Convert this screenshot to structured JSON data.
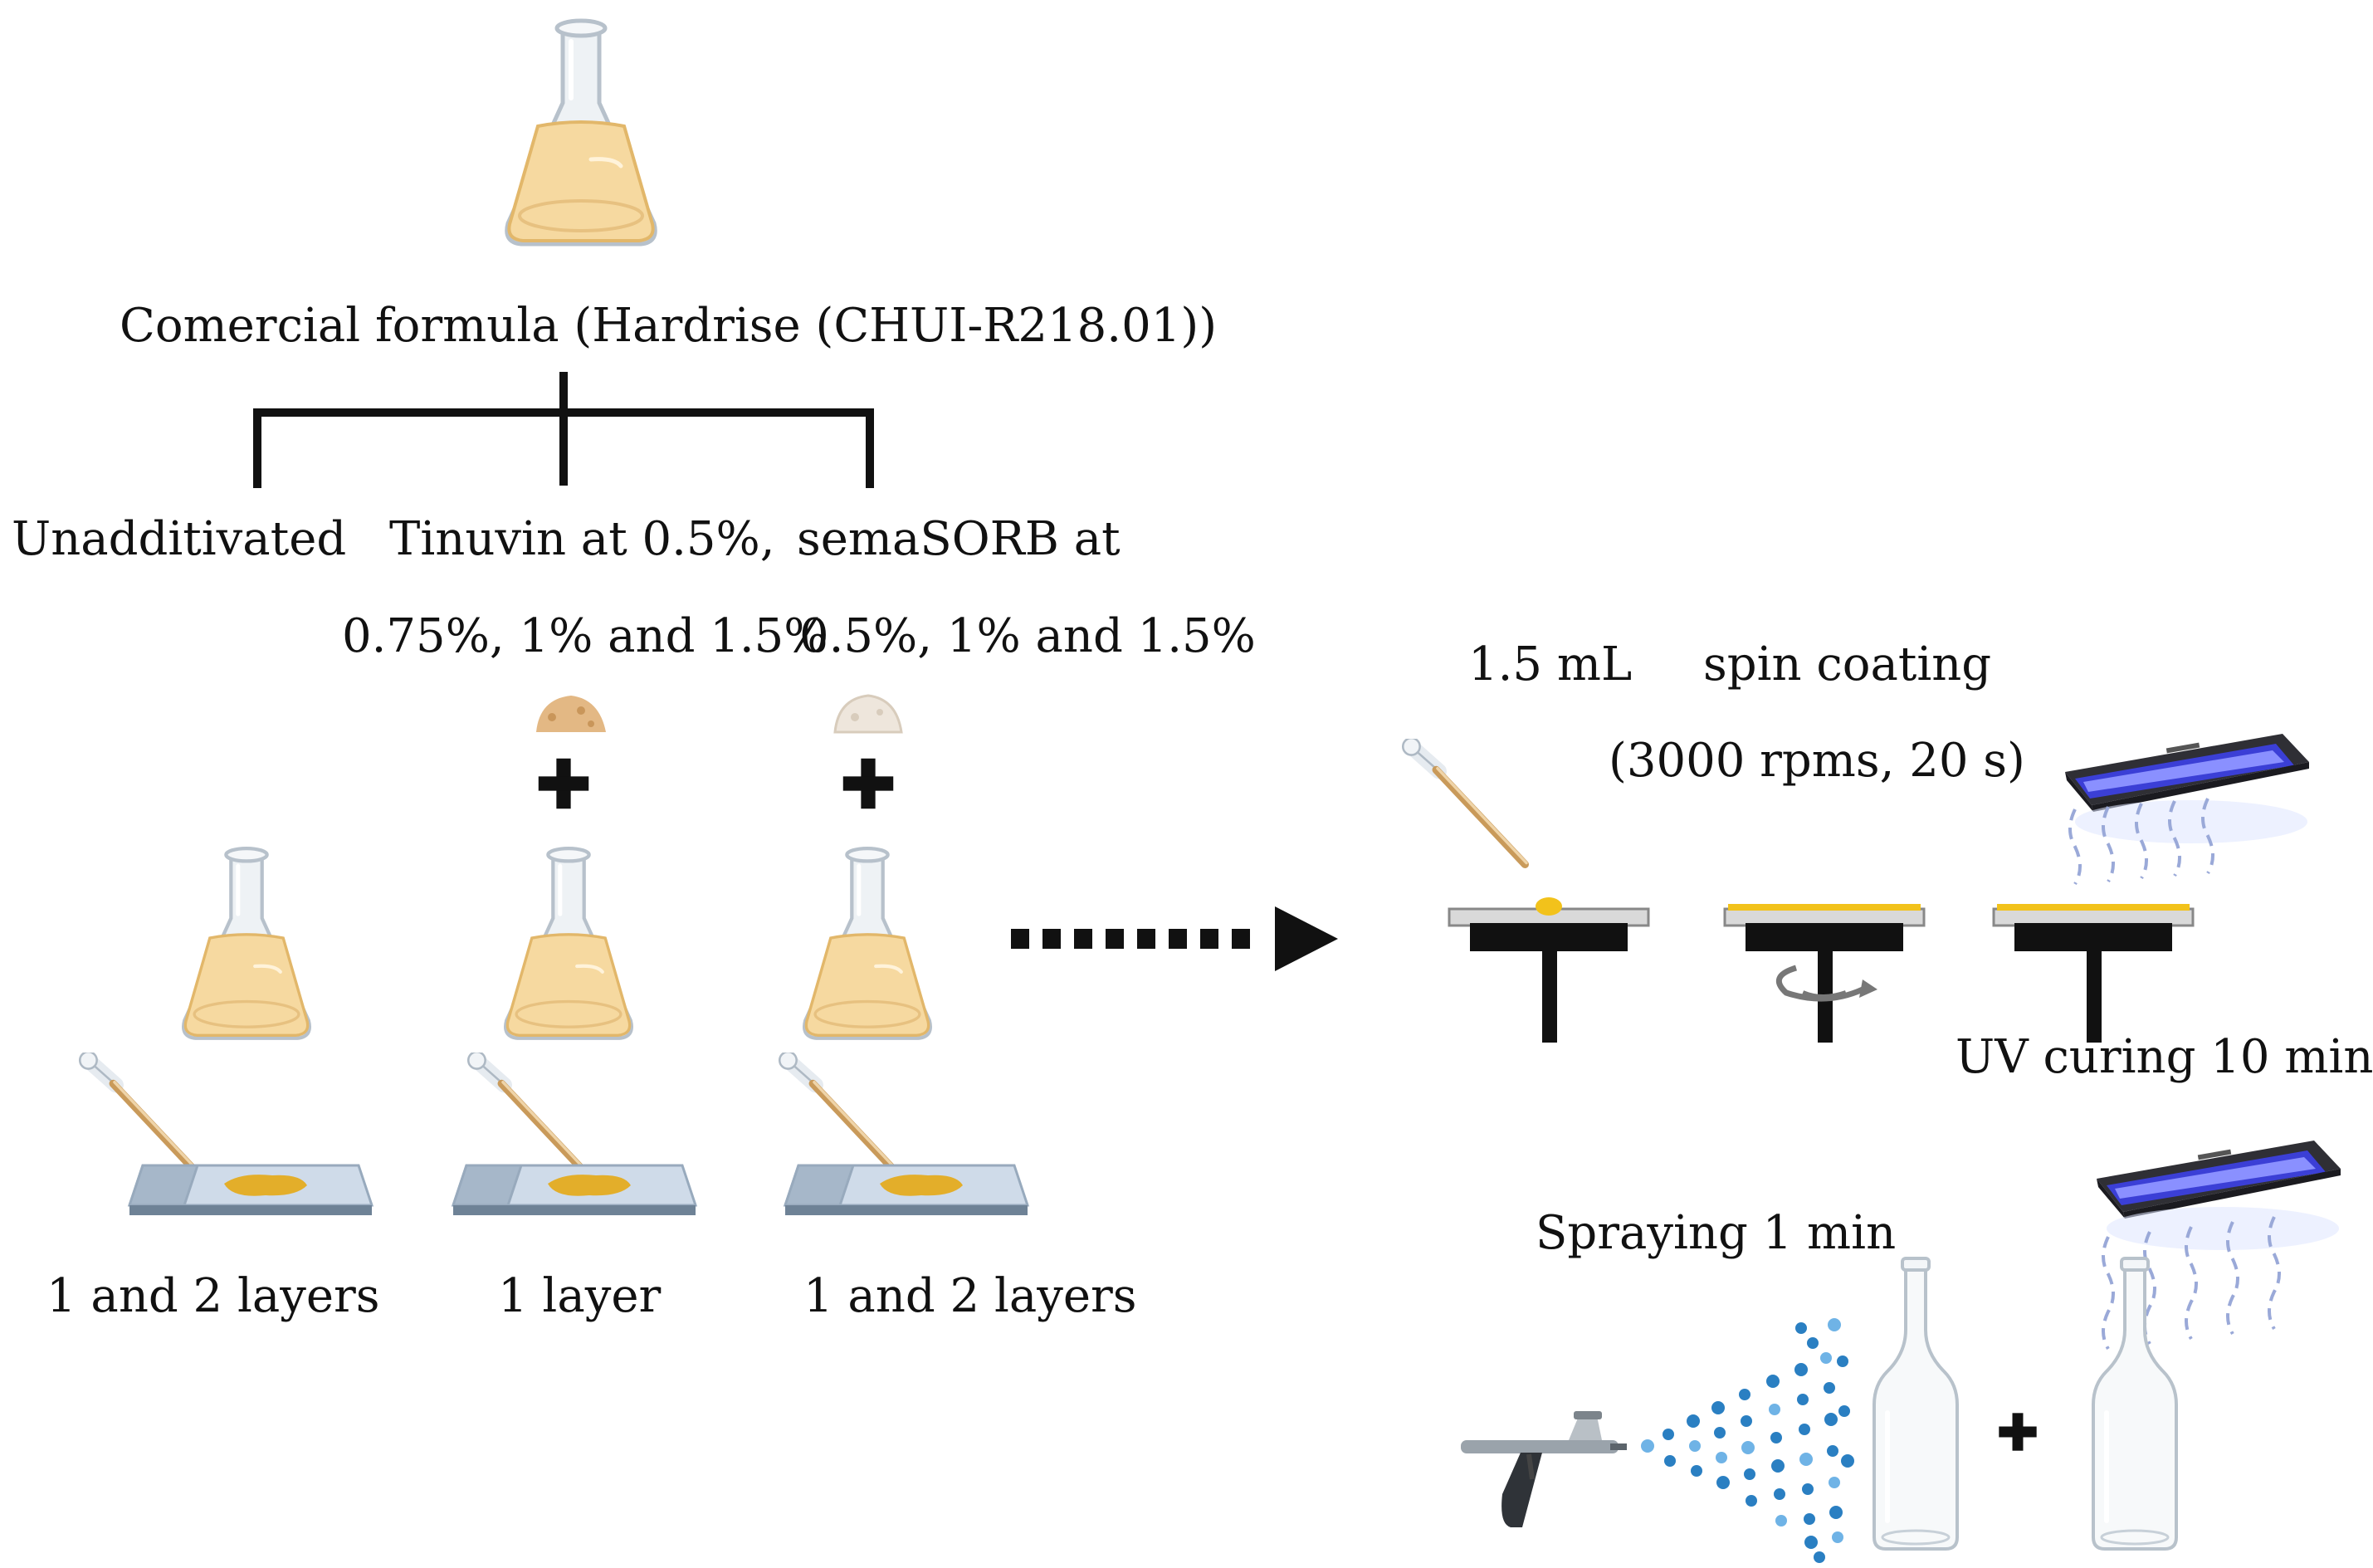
{
  "source": {
    "title": "Comercial formula (Hardrise (CHUI-R218.01))"
  },
  "branches": [
    {
      "line1": "Unadditivated",
      "line2": "",
      "layers": "1 and 2 layers"
    },
    {
      "line1": "Tinuvin at 0.5%,",
      "line2": "0.75%, 1% and 1.5%",
      "layers": "1 layer"
    },
    {
      "line1": "semaSORB at",
      "line2": "0.5%, 1% and 1.5%",
      "layers": "1 and 2 layers"
    }
  ],
  "spin_process": {
    "volume_label": "1.5 mL",
    "method_label": "spin coating",
    "params_label": "(3000 rpms, 20 s)",
    "curing_label": "UV curing 10 min"
  },
  "spray_process": {
    "spray_label": "Spraying 1 min"
  },
  "colors": {
    "liquid": "#f6d9a0",
    "coating": "#f2c21b",
    "puddle": "#e3ae2a",
    "uv_lamp": "#3b3fd6",
    "spray_drop": "#2a7fc2",
    "black": "#111111"
  },
  "icons": {
    "flask": "erlenmeyer-flask-icon",
    "pipette": "pipette-icon",
    "powder": "powder-pile-icon",
    "plus": "plus-icon",
    "slide": "glass-slide-icon",
    "spin_coater": "spin-coater-icon",
    "uv_lamp": "uv-lamp-icon",
    "airbrush": "airbrush-icon",
    "bottle": "glass-bottle-icon"
  }
}
